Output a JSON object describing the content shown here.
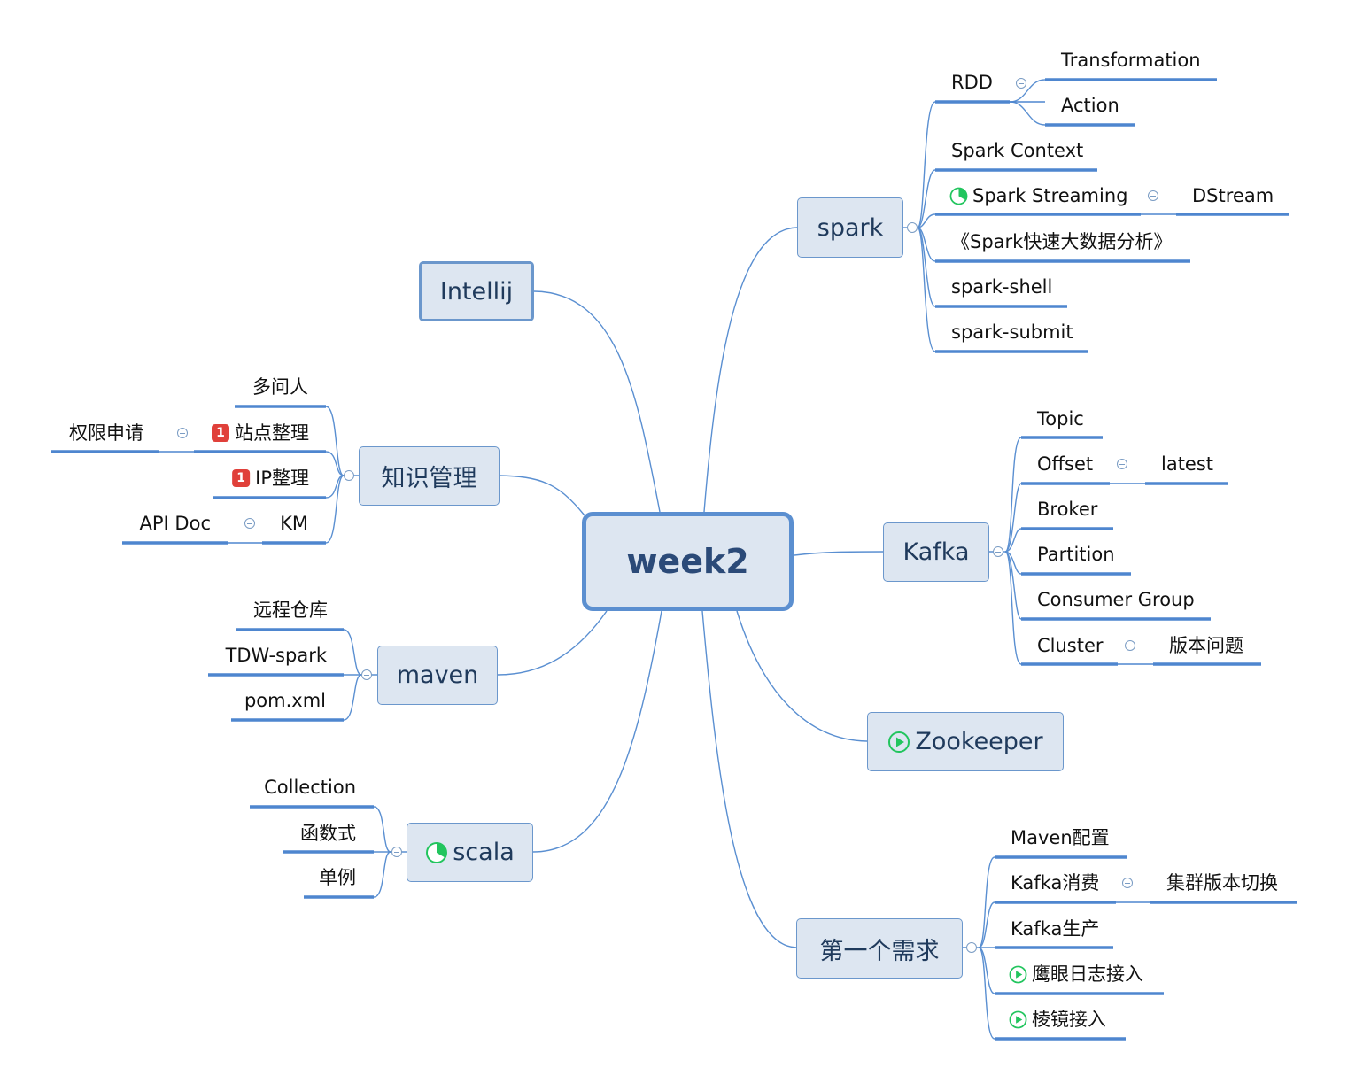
{
  "root": {
    "label": "week2"
  },
  "branches": {
    "spark": {
      "label": "spark",
      "children": {
        "rdd": "RDD",
        "transformation": "Transformation",
        "action": "Action",
        "spark_context": "Spark Context",
        "spark_streaming": "Spark Streaming",
        "dstream": "DStream",
        "book": "《Spark快速大数据分析》",
        "spark_shell": "spark-shell",
        "spark_submit": "spark-submit"
      }
    },
    "intellij": {
      "label": "Intellij"
    },
    "knowledge": {
      "label": "知识管理",
      "children": {
        "duowenren": "多问人",
        "zhandian": "站点整理",
        "quanxian": "权限申请",
        "ip": "IP整理",
        "km": "KM",
        "api_doc": "API Doc"
      },
      "priority_badge": "1"
    },
    "kafka": {
      "label": "Kafka",
      "children": {
        "topic": "Topic",
        "offset": "Offset",
        "latest": "latest",
        "broker": "Broker",
        "partition": "Partition",
        "consumer_group": "Consumer Group",
        "cluster": "Cluster",
        "version": "版本问题"
      }
    },
    "maven": {
      "label": "maven",
      "children": {
        "repo": "远程仓库",
        "tdw": "TDW-spark",
        "pom": "pom.xml"
      }
    },
    "zookeeper": {
      "label": "Zookeeper"
    },
    "scala": {
      "label": "scala",
      "children": {
        "collection": "Collection",
        "func": "函数式",
        "singleton": "单例"
      }
    },
    "req": {
      "label": "第一个需求",
      "children": {
        "maven_conf": "Maven配置",
        "kafka_consume": "Kafka消费",
        "cluster_switch": "集群版本切换",
        "kafka_produce": "Kafka生产",
        "eagle": "鹰眼日志接入",
        "prism": "棱镜接入"
      }
    }
  },
  "colors": {
    "line": "#5a8fd1",
    "underline": "#4e86cf",
    "node_fill": "#dde6f1",
    "node_border": "#6b97cc",
    "root_border": "#5b8fd0",
    "badge": "#e0403a",
    "progress_green": "#22c55e"
  },
  "icons": {
    "collapse": "minus-circle-icon",
    "progress": "pie-progress-icon",
    "play": "play-circle-icon",
    "priority": "priority-badge-icon"
  }
}
